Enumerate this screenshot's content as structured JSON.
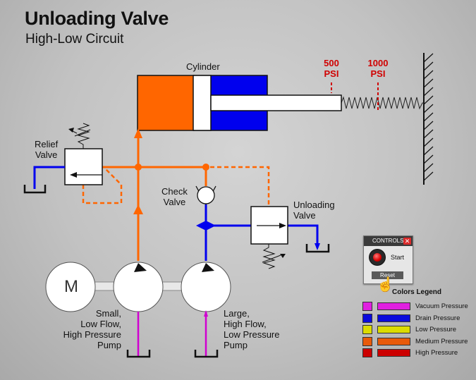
{
  "title": "Unloading Valve",
  "subtitle": "High-Low Circuit",
  "labels": {
    "cylinder": "Cylinder",
    "relief_valve": [
      "Relief",
      "Valve"
    ],
    "check_valve": [
      "Check",
      "Valve"
    ],
    "unloading_valve": [
      "Unloading",
      "Valve"
    ],
    "motor": "M",
    "small_pump": [
      "Small,",
      "Low Flow,",
      "High Pressure",
      "Pump"
    ],
    "large_pump": [
      "Large,",
      "High Flow,",
      "Low Pressure",
      "Pump"
    ]
  },
  "psi_markers": [
    {
      "value": "500",
      "unit": "PSI"
    },
    {
      "value": "1000",
      "unit": "PSI"
    }
  ],
  "controls": {
    "header": "CONTROLS",
    "close": "✕",
    "start_label": "Start",
    "reset_label": "Reset"
  },
  "legend": {
    "title": "Colors Legend",
    "items": [
      {
        "label": "Vacuum Pressure",
        "color": "#e020e0"
      },
      {
        "label": "Drain Pressure",
        "color": "#0a0adc"
      },
      {
        "label": "Low Pressure",
        "color": "#dcdc00"
      },
      {
        "label": "Medium Pressure",
        "color": "#e85a0a"
      },
      {
        "label": "High Pressure",
        "color": "#cc0000"
      }
    ]
  },
  "colors": {
    "orange": "#ff6600",
    "blue": "#0000ee",
    "magenta": "#d000d0"
  }
}
